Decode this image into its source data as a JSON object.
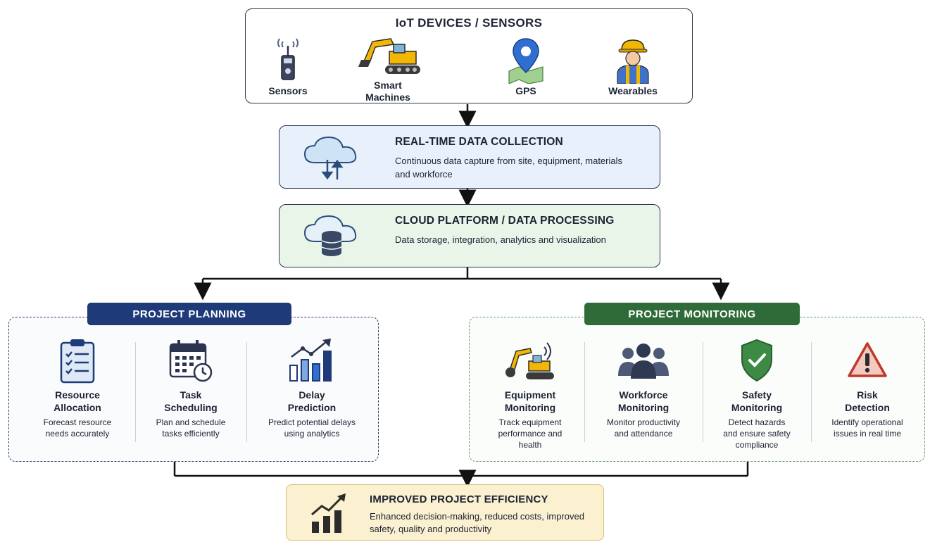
{
  "iot": {
    "title": "IoT DEVICES / SENSORS",
    "devices": [
      {
        "label": "Sensors",
        "icon": "sensor-icon"
      },
      {
        "label": "Smart\nMachines",
        "icon": "excavator-icon"
      },
      {
        "label": "GPS",
        "icon": "gps-pin-icon"
      },
      {
        "label": "Wearables",
        "icon": "worker-hardhat-icon"
      }
    ]
  },
  "realtime": {
    "title": "REAL-TIME DATA COLLECTION",
    "desc": "Continuous data capture from site, equipment, materials and workforce",
    "icon": "cloud-transfer-icon"
  },
  "cloud": {
    "title": "CLOUD PLATFORM / DATA PROCESSING",
    "desc": "Data storage, integration, analytics and visualization",
    "icon": "cloud-database-icon"
  },
  "planning": {
    "title": "PROJECT PLANNING",
    "items": [
      {
        "title": "Resource\nAllocation",
        "desc": "Forecast resource\nneeds accurately",
        "icon": "clipboard-checklist-icon"
      },
      {
        "title": "Task\nScheduling",
        "desc": "Plan and schedule\ntasks efficiently",
        "icon": "calendar-clock-icon"
      },
      {
        "title": "Delay\nPrediction",
        "desc": "Predict potential delays\nusing analytics",
        "icon": "bar-trend-icon"
      }
    ]
  },
  "monitoring": {
    "title": "PROJECT MONITORING",
    "items": [
      {
        "title": "Equipment\nMonitoring",
        "desc": "Track equipment\nperformance and\nhealth",
        "icon": "excavator-signal-icon"
      },
      {
        "title": "Workforce\nMonitoring",
        "desc": "Monitor productivity\nand attendance",
        "icon": "team-icon"
      },
      {
        "title": "Safety\nMonitoring",
        "desc": "Detect hazards\nand ensure safety\ncompliance",
        "icon": "shield-check-icon"
      },
      {
        "title": "Risk\nDetection",
        "desc": "Identify operational\nissues in real time",
        "icon": "warning-triangle-icon"
      }
    ]
  },
  "efficiency": {
    "title": "IMPROVED PROJECT EFFICIENCY",
    "desc": "Enhanced decision-making, reduced costs, improved safety, quality and productivity",
    "icon": "growth-chart-icon"
  },
  "colors": {
    "planning": "#1e3a78",
    "monitoring": "#2e6b38",
    "realtime_bg": "#e8f1fb",
    "cloud_bg": "#eaf5ea",
    "efficiency_bg": "#fbf0cf"
  }
}
